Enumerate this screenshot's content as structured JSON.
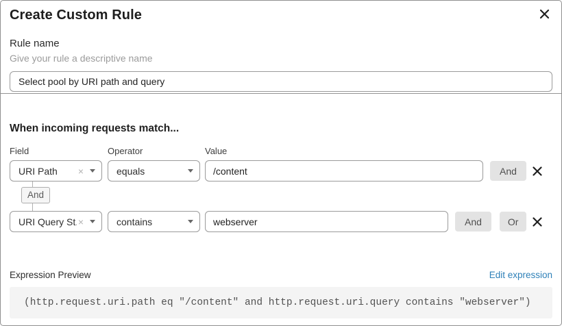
{
  "dialog": {
    "title": "Create Custom Rule"
  },
  "rule_name": {
    "label": "Rule name",
    "hint": "Give your rule a descriptive name",
    "value": "Select pool by URI path and query"
  },
  "match": {
    "heading": "When incoming requests match...",
    "column_labels": {
      "field": "Field",
      "operator": "Operator",
      "value": "Value"
    },
    "connector": "And",
    "rows": [
      {
        "field": "URI Path",
        "operator": "equals",
        "value": "/content",
        "buttons": [
          "And"
        ]
      },
      {
        "field": "URI Query St...",
        "operator": "contains",
        "value": "webserver",
        "buttons": [
          "And",
          "Or"
        ]
      }
    ]
  },
  "expression": {
    "label": "Expression Preview",
    "edit_link": "Edit expression",
    "code": "(http.request.uri.path eq \"/content\" and http.request.uri.query contains \"webserver\")"
  },
  "icons": {
    "clear": "×"
  },
  "colors": {
    "link_blue": "#2e80b8",
    "button_gray": "#e3e3e3",
    "code_background": "#f4f4f4",
    "input_border": "#9a9a9a"
  }
}
